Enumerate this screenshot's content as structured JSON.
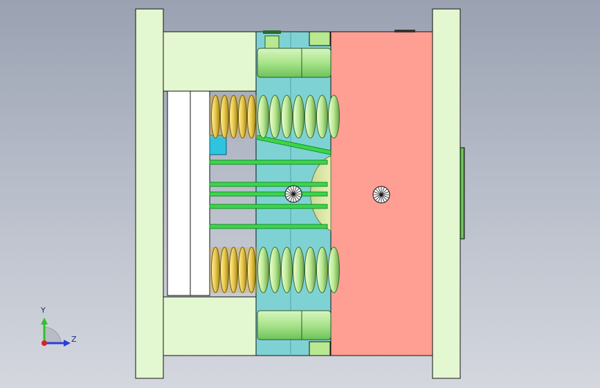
{
  "viewport": {
    "name": "mold-assembly-3d-view",
    "background_top": "#9aa1b1",
    "background_bottom": "#d4d7de"
  },
  "colors": {
    "clamp_plate": "#e3f7d0",
    "cavity_plate": "#ff9e92",
    "core_insert": "#7fd2d4",
    "spring_yellow": "#e8c64a",
    "spring_green": "#b8e890",
    "ejector_pin": "#3ad64a",
    "ejector_plate": "#ffffff",
    "locating_ring": "#4aa83a",
    "outline": "#111111"
  },
  "triad": {
    "y_label": "Y",
    "z_label": "Z",
    "x_axis_color": "#d8222a",
    "y_axis_color": "#2cc22c",
    "z_axis_color": "#2a3ed8"
  }
}
